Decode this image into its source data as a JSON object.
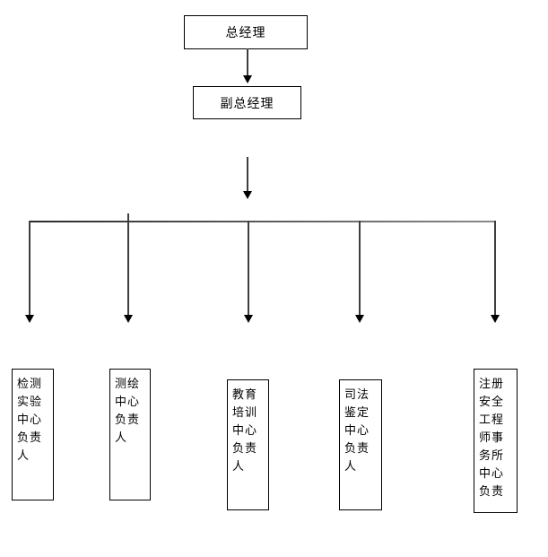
{
  "diagram": {
    "type": "org-chart",
    "background_color": "#ffffff",
    "line_color": "#3e3e3e",
    "border_color": "#000000",
    "text_color": "#000000",
    "root": {
      "label": "总经理"
    },
    "deputy": {
      "label": "副总经理"
    },
    "departments": [
      {
        "label": "检测实验中心负责人",
        "lines": [
          "检测",
          "实验",
          "中心",
          "负责",
          "人"
        ]
      },
      {
        "label": "测绘中心负责人",
        "lines": [
          "测绘",
          "中心",
          "负责",
          "人"
        ]
      },
      {
        "label": "教育培训中心负责人",
        "lines": [
          "教育",
          "培训",
          "中心",
          "负责",
          "人"
        ]
      },
      {
        "label": "司法鉴定中心负责人",
        "lines": [
          "司法",
          "鉴定",
          "中心",
          "负责",
          "人"
        ]
      },
      {
        "label": "注册安全工程师事务所中心负责",
        "lines": [
          "注册",
          "安全",
          "工程",
          "师事",
          "务所",
          "中心",
          "负责"
        ]
      }
    ]
  }
}
